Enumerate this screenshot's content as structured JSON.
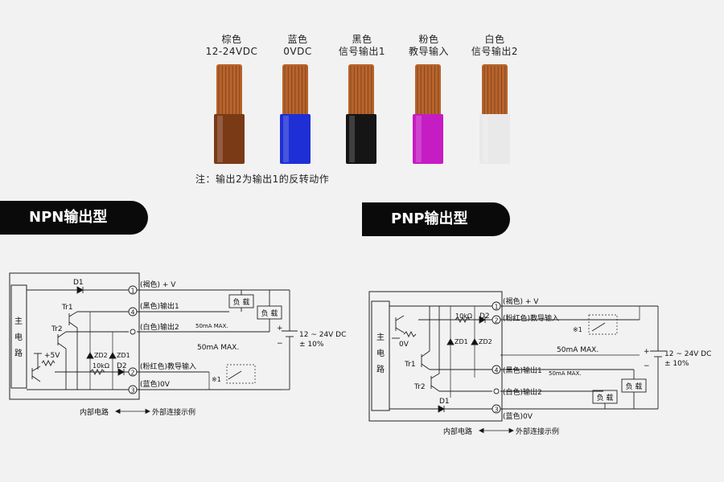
{
  "wires": [
    {
      "line1": "棕色",
      "line2": "12-24VDC",
      "color": "#7a3a16"
    },
    {
      "line1": "蓝色",
      "line2": "0VDC",
      "color": "#1f2fd6"
    },
    {
      "line1": "黑色",
      "line2": "信号输出1",
      "color": "#151515"
    },
    {
      "line1": "粉色",
      "line2": "教导输入",
      "color": "#c61cc4"
    },
    {
      "line1": "白色",
      "line2": "信号输出2",
      "color": "#e9e9e9"
    }
  ],
  "conductor_color": "#b8642c",
  "note": "注：输出2为输出1的反转动作",
  "npn": {
    "title": "NPN输出型",
    "main_circuit": [
      "主",
      "电",
      "路"
    ],
    "d1": "D1",
    "tr1": "Tr1",
    "tr2": "Tr2",
    "plus5v": "+5V",
    "zd2": "ZD2",
    "zd1": "ZD1",
    "r10k": "10kΩ",
    "d2": "D2",
    "terminals": [
      "1",
      "4",
      "2",
      "3"
    ],
    "brown_v": "(褐色) + V",
    "black_out1": "(黑色)输出1",
    "white_out2": "(白色)输出2",
    "max1": "50mA MAX.",
    "max2": "50mA MAX.",
    "pink_teach": "(粉红色)教导输入",
    "blue_0v": "(蓝色)0V",
    "load": "负 载",
    "supply": "12 ~ 24V DC",
    "tolerance": "± 10%",
    "plus": "+",
    "minus": "−",
    "note_mark": "※1",
    "internal": "内部电路",
    "external": "外部连接示例"
  },
  "pnp": {
    "title": "PNP输出型",
    "main_circuit": [
      "主",
      "电",
      "路"
    ],
    "zero_v": "0V",
    "r10k": "10kΩ",
    "d2": "D2",
    "zd1": "ZD1",
    "zd2": "ZD2",
    "tr1": "Tr1",
    "tr2": "Tr2",
    "d1": "D1",
    "terminals": [
      "1",
      "2",
      "4",
      "3"
    ],
    "brown_v": "(褐色) + V",
    "pink_teach": "(粉红色)教导输入",
    "max1": "50mA MAX.",
    "black_out1": "(黑色)输出1",
    "max2": "50mA MAX.",
    "white_out2": "(白色)输出2",
    "blue_0v": "(蓝色)0V",
    "load": "负 载",
    "supply": "12 ~ 24V DC",
    "tolerance": "± 10%",
    "plus": "+",
    "minus": "−",
    "note_mark": "※1",
    "internal": "内部电路",
    "external": "外部连接示例"
  }
}
